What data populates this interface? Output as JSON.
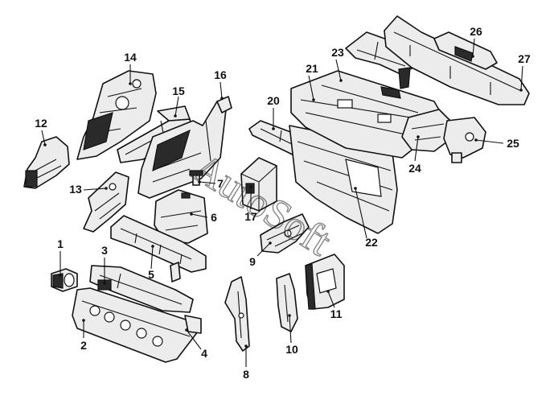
{
  "diagram": {
    "watermark": "AutoSoft",
    "callouts": {
      "c1": "1",
      "c2": "2",
      "c3": "3",
      "c4": "4",
      "c5": "5",
      "c6": "6",
      "c7": "7",
      "c8": "8",
      "c9": "9",
      "c10": "10",
      "c11": "11",
      "c12": "12",
      "c13": "13",
      "c14": "14",
      "c15": "15",
      "c16": "16",
      "c17": "17",
      "c20": "20",
      "c21": "21",
      "c22": "22",
      "c23": "23",
      "c24": "24",
      "c25": "25",
      "c26": "26",
      "c27": "27"
    }
  }
}
